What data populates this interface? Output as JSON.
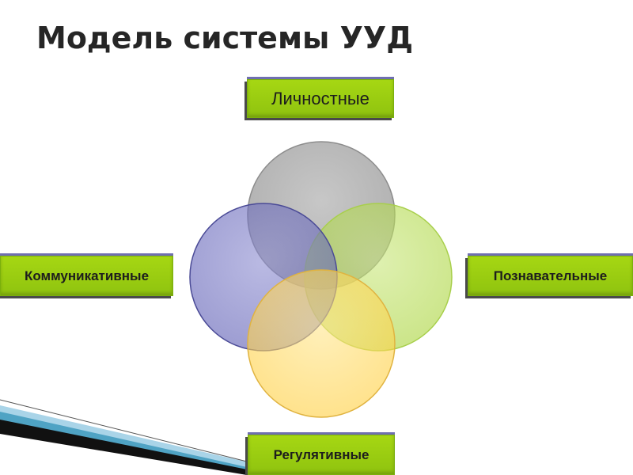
{
  "title": "Модель системы УУД",
  "circles": [
    {
      "id": "lichnostnye",
      "color": "#a6a6a6"
    },
    {
      "id": "poznavatelnye",
      "color": "#b2db3c"
    },
    {
      "id": "kommunikativnye",
      "color": "#5656b0"
    },
    {
      "id": "regulyativnye",
      "color": "#ffd54a"
    }
  ],
  "labels": {
    "lichnostnye": "Личностные",
    "kommunikativnye": "Коммуникативные",
    "poznavatelnye": "Познавательные",
    "regulyativnye": "Регулятивные"
  },
  "colors": {
    "label_fill": "#9acd10",
    "label_text": "#1d1d1d",
    "title": "#262626"
  }
}
